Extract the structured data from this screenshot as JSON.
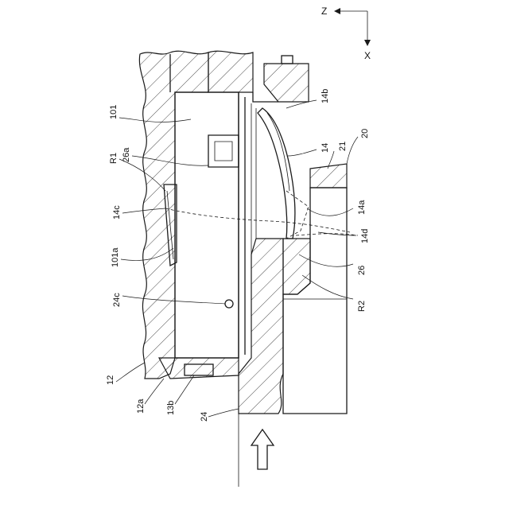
{
  "axes": {
    "z_label": "Z",
    "x_label": "X"
  },
  "references": {
    "r101": "101",
    "r26a": "26a",
    "r1": "R1",
    "r14c": "14c",
    "r101a": "101a",
    "r24c": "24c",
    "r12": "12",
    "r12a": "12a",
    "r13b": "13b",
    "r24": "24",
    "r14b": "14b",
    "r14": "14",
    "r21": "21",
    "r20": "20",
    "r14a": "14a",
    "r14d": "14d",
    "r26": "26",
    "r2": "R2"
  }
}
